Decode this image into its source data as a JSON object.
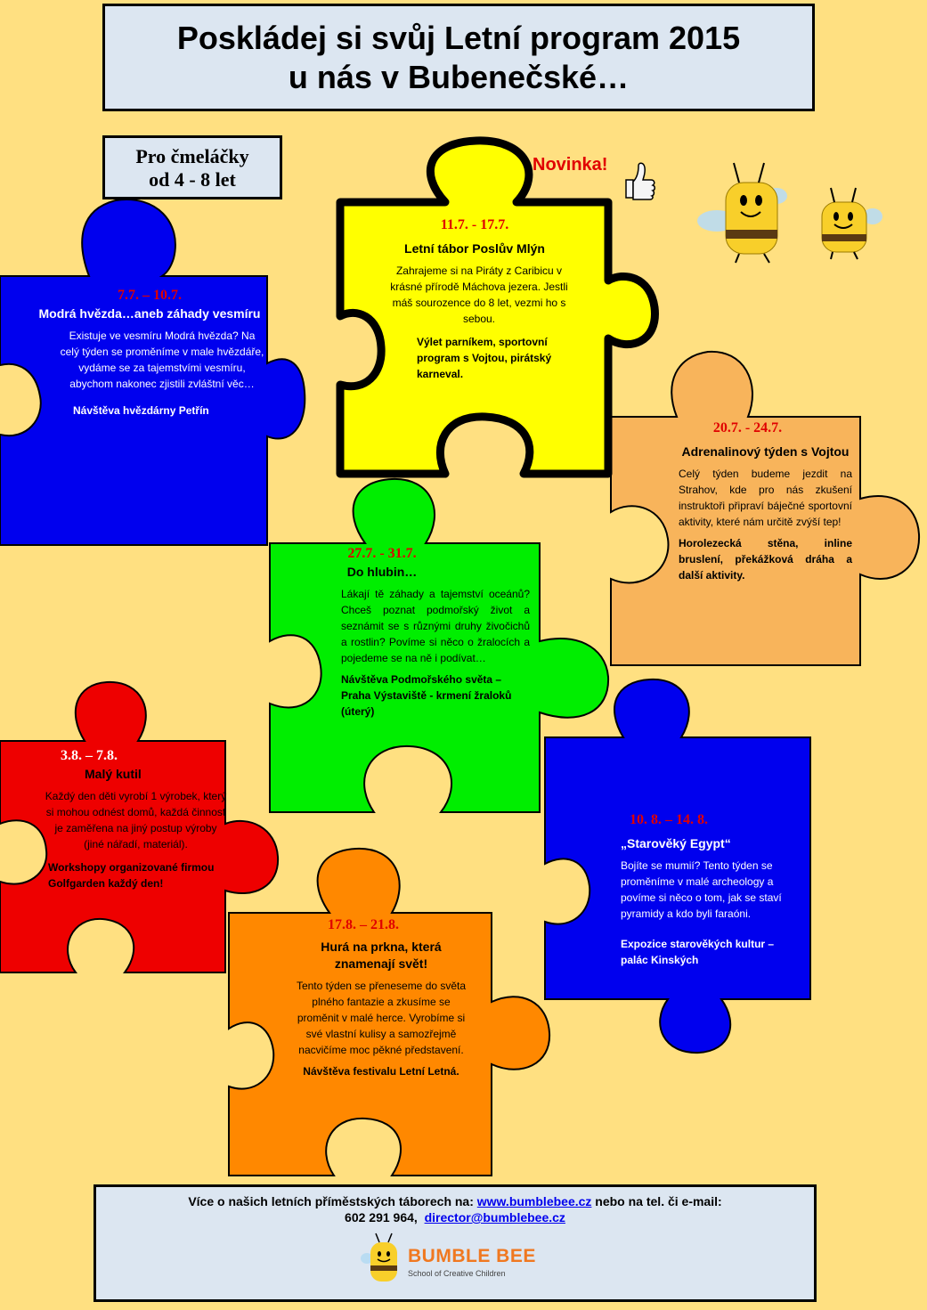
{
  "header": {
    "title_line1": "Poskládej si svůj Letní program 2015",
    "title_line2": "u nás v Bubenečské…"
  },
  "age_box": {
    "line1": "Pro čmeláčky",
    "line2": "od 4 - 8 let"
  },
  "novinka": "Novinka!",
  "colors": {
    "background": "#FFE081",
    "blue": "#0000EE",
    "yellow": "#FFFF00",
    "peach": "#F8B45B",
    "green": "#00EE00",
    "red": "#EE0000",
    "orange": "#FF8800",
    "date_red": "#E00000"
  },
  "programs": [
    {
      "date": "7.7. – 10.7.",
      "title": "Modrá hvězda…aneb záhady vesmíru",
      "body": "Existuje ve vesmíru Modrá hvězda? Na celý týden se proměníme v male hvězdáře, vydáme se za tajemstvími vesmíru, abychom nakonec zjistili zvláštní věc…",
      "highlight": "Návštěva hvězdárny Petřín"
    },
    {
      "date": "11.7. - 17.7.",
      "title": "Letní tábor Poslův Mlýn",
      "body": "Zahrajeme si na Piráty z Caribicu v krásné přírodě Máchova jezera. Jestli máš sourozence do 8 let, vezmi ho s sebou.",
      "highlight": "Výlet parníkem, sportovní program s Vojtou, pirátský karneval."
    },
    {
      "date": "20.7. - 24.7.",
      "title": "Adrenalinový týden s Vojtou",
      "body": "Celý týden budeme jezdit na Strahov, kde pro nás zkušení instruktoři připraví báječné sportovní aktivity, které nám určitě zvýší tep!",
      "highlight": "Horolezecká stěna, inline bruslení, překážková dráha a další aktivity."
    },
    {
      "date": "27.7. - 31.7.",
      "title": "Do hlubin…",
      "body": "Lákají tě záhady a tajemství oceánů? Chceš poznat podmořský život a seznámit se s různými druhy živočichů a rostlin? Povíme si něco o žralocích a pojedeme se na ně i podívat…",
      "highlight": "Návštěva Podmořského světa – Praha Výstaviště - krmení žraloků (úterý)"
    },
    {
      "date": "3.8. – 7.8.",
      "title": "Malý kutil",
      "body": "Každý den děti vyrobí 1 výrobek, který si mohou odnést domů, každá činnost je zaměřena na jiný postup výroby (jiné nářadí, materiál).",
      "highlight": "Workshopy organizované firmou Golfgarden každý den!"
    },
    {
      "date": "10. 8. – 14. 8.",
      "title": "„Starověký Egypt“",
      "body": "Bojíte se mumií? Tento týden se proměníme v malé archeology a povíme si něco o tom, jak se staví pyramidy a kdo byli faraóni.",
      "highlight": "Expozice starověkých kultur – palác Kinských"
    },
    {
      "date": "17.8. – 21.8.",
      "title": "Hurá na prkna, která znamenají svět!",
      "body": "Tento týden se přeneseme do světa plného fantazie a zkusíme se proměnit v malé herce. Vyrobíme si své vlastní kulisy a samozřejmě nacvičíme moc pěkné představení.",
      "highlight": "Návštěva festivalu Letní Letná."
    }
  ],
  "footer": {
    "text_before": "Více o našich letních příměstských táborech na:",
    "website": "www.bumblebee.cz",
    "text_after": "nebo na tel. či e-mail:",
    "phone": "602 291 964,",
    "email": "director@bumblebee.cz",
    "brand": "BUMBLE BEE",
    "tagline": "School of Creative Children"
  },
  "icons": [
    "thumbs-up-icon",
    "bee-icon"
  ]
}
